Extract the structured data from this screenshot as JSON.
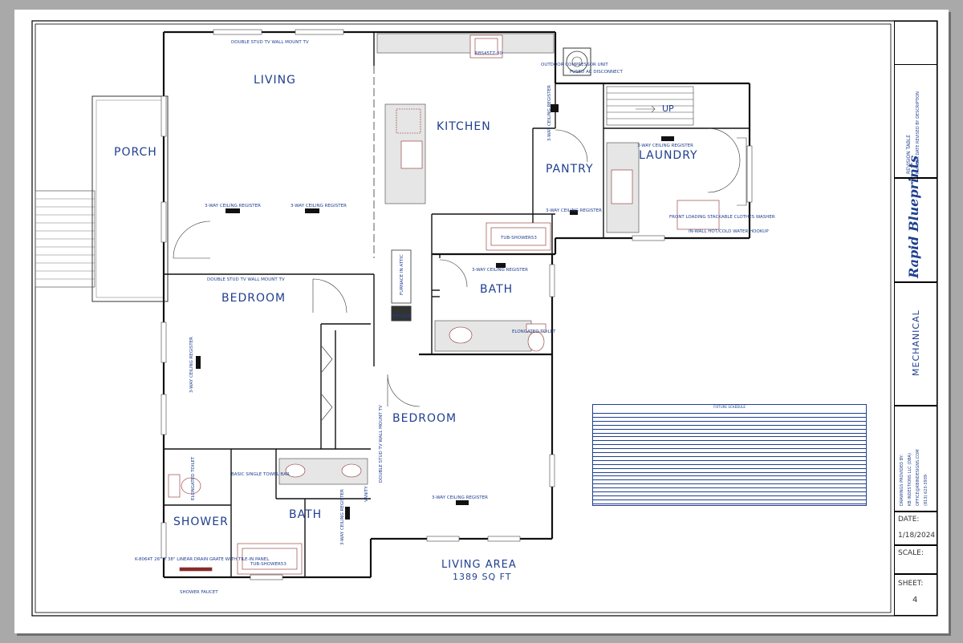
{
  "rooms": {
    "living": "LIVING",
    "kitchen": "KITCHEN",
    "porch": "PORCH",
    "pantry": "PANTRY",
    "laundry": "LAUNDRY",
    "up": "UP",
    "bedroom_1": "BEDROOM",
    "bedroom_2": "BEDROOM",
    "bath_1": "BATH",
    "bath_2": "BATH",
    "shower": "SHOWER"
  },
  "notes": {
    "double_stud_top": "DOUBLE STUD TV WALL MOUNT TV",
    "double_stud_living_bottom": "DOUBLE STUD TV WALL MOUNT TV",
    "double_stud_bed2": "DOUBLE STUD TV WALL MOUNT TV",
    "register_living_left": "3-WAY CEILING REGISTER",
    "register_living_right": "3-WAY CEILING REGISTER",
    "register_kitchen_wall": "3-WAY CEILING REGISTER",
    "register_pantry": "3-WAY CEILING REGISTER",
    "register_laundry": "3-WAY CEILING REGISTER",
    "register_bath1": "3-WAY CEILING REGISTER",
    "register_bed1": "3-WAY CEILING REGISTER",
    "register_bath2": "3-WAY CEILING REGISTER",
    "register_bed2": "3-WAY CEILING REGISTER",
    "range": "RBS45TZ-30",
    "outdoor_unit": "OUTDOOR COMPRESSOR UNIT",
    "ac_disconnect": "FUSED AC DISCONNECT",
    "washer": "FRONT LOADING STACKABLE CLOTHES WASHER",
    "water_hookup": "IN-WALL HOT/COLD WATER HOOKUP",
    "tub_1": "TUB-SHOWER53",
    "tub_2": "TUB-SHOWER53",
    "elongated_toilet_1": "ELONGATED TOILET",
    "elongated_toilet_2": "ELONGATED TOILET",
    "furnace": "FURNACE IN ATTIC",
    "return": "RETURN",
    "towel_bar": "BASIC SINGLE TOWEL BAR",
    "vanity": "VANITY",
    "drain_grate": "K-8064T 26\" X 38\" LINEAR DRAIN GRATE WITH TILE-IN PANEL",
    "shower_faucet": "SHOWER FAUCET"
  },
  "area": {
    "label": "LIVING AREA",
    "value": "1389 SQ FT"
  },
  "schedule": {
    "title": "FIXTURE SCHEDULE"
  },
  "title_block": {
    "revision_table": "REVISION TABLE",
    "revision_cols": "NUMBER  DATE    REVISED BY    DESCRIPTION",
    "brand": "Rapid Blueprints",
    "sheet_title": "MECHANICAL",
    "drawn_by": "DRAWINGS PROVIDED BY:",
    "company": "KB INDESTIONS LLC (DBA)",
    "email": "OFFICE@KBINDESIGNS.COM",
    "phone": "(813) 623-3939",
    "date_label": "DATE:",
    "date_value": "1/18/2024",
    "scale_label": "SCALE:",
    "scale_value": "",
    "sheet_label": "SHEET:",
    "sheet_value": "4"
  },
  "colors": {
    "label_blue": "#1f3f8f",
    "wall": "#111111",
    "fixture_red": "#8b2a2a",
    "fixture_fill": "#e6e6e6"
  }
}
